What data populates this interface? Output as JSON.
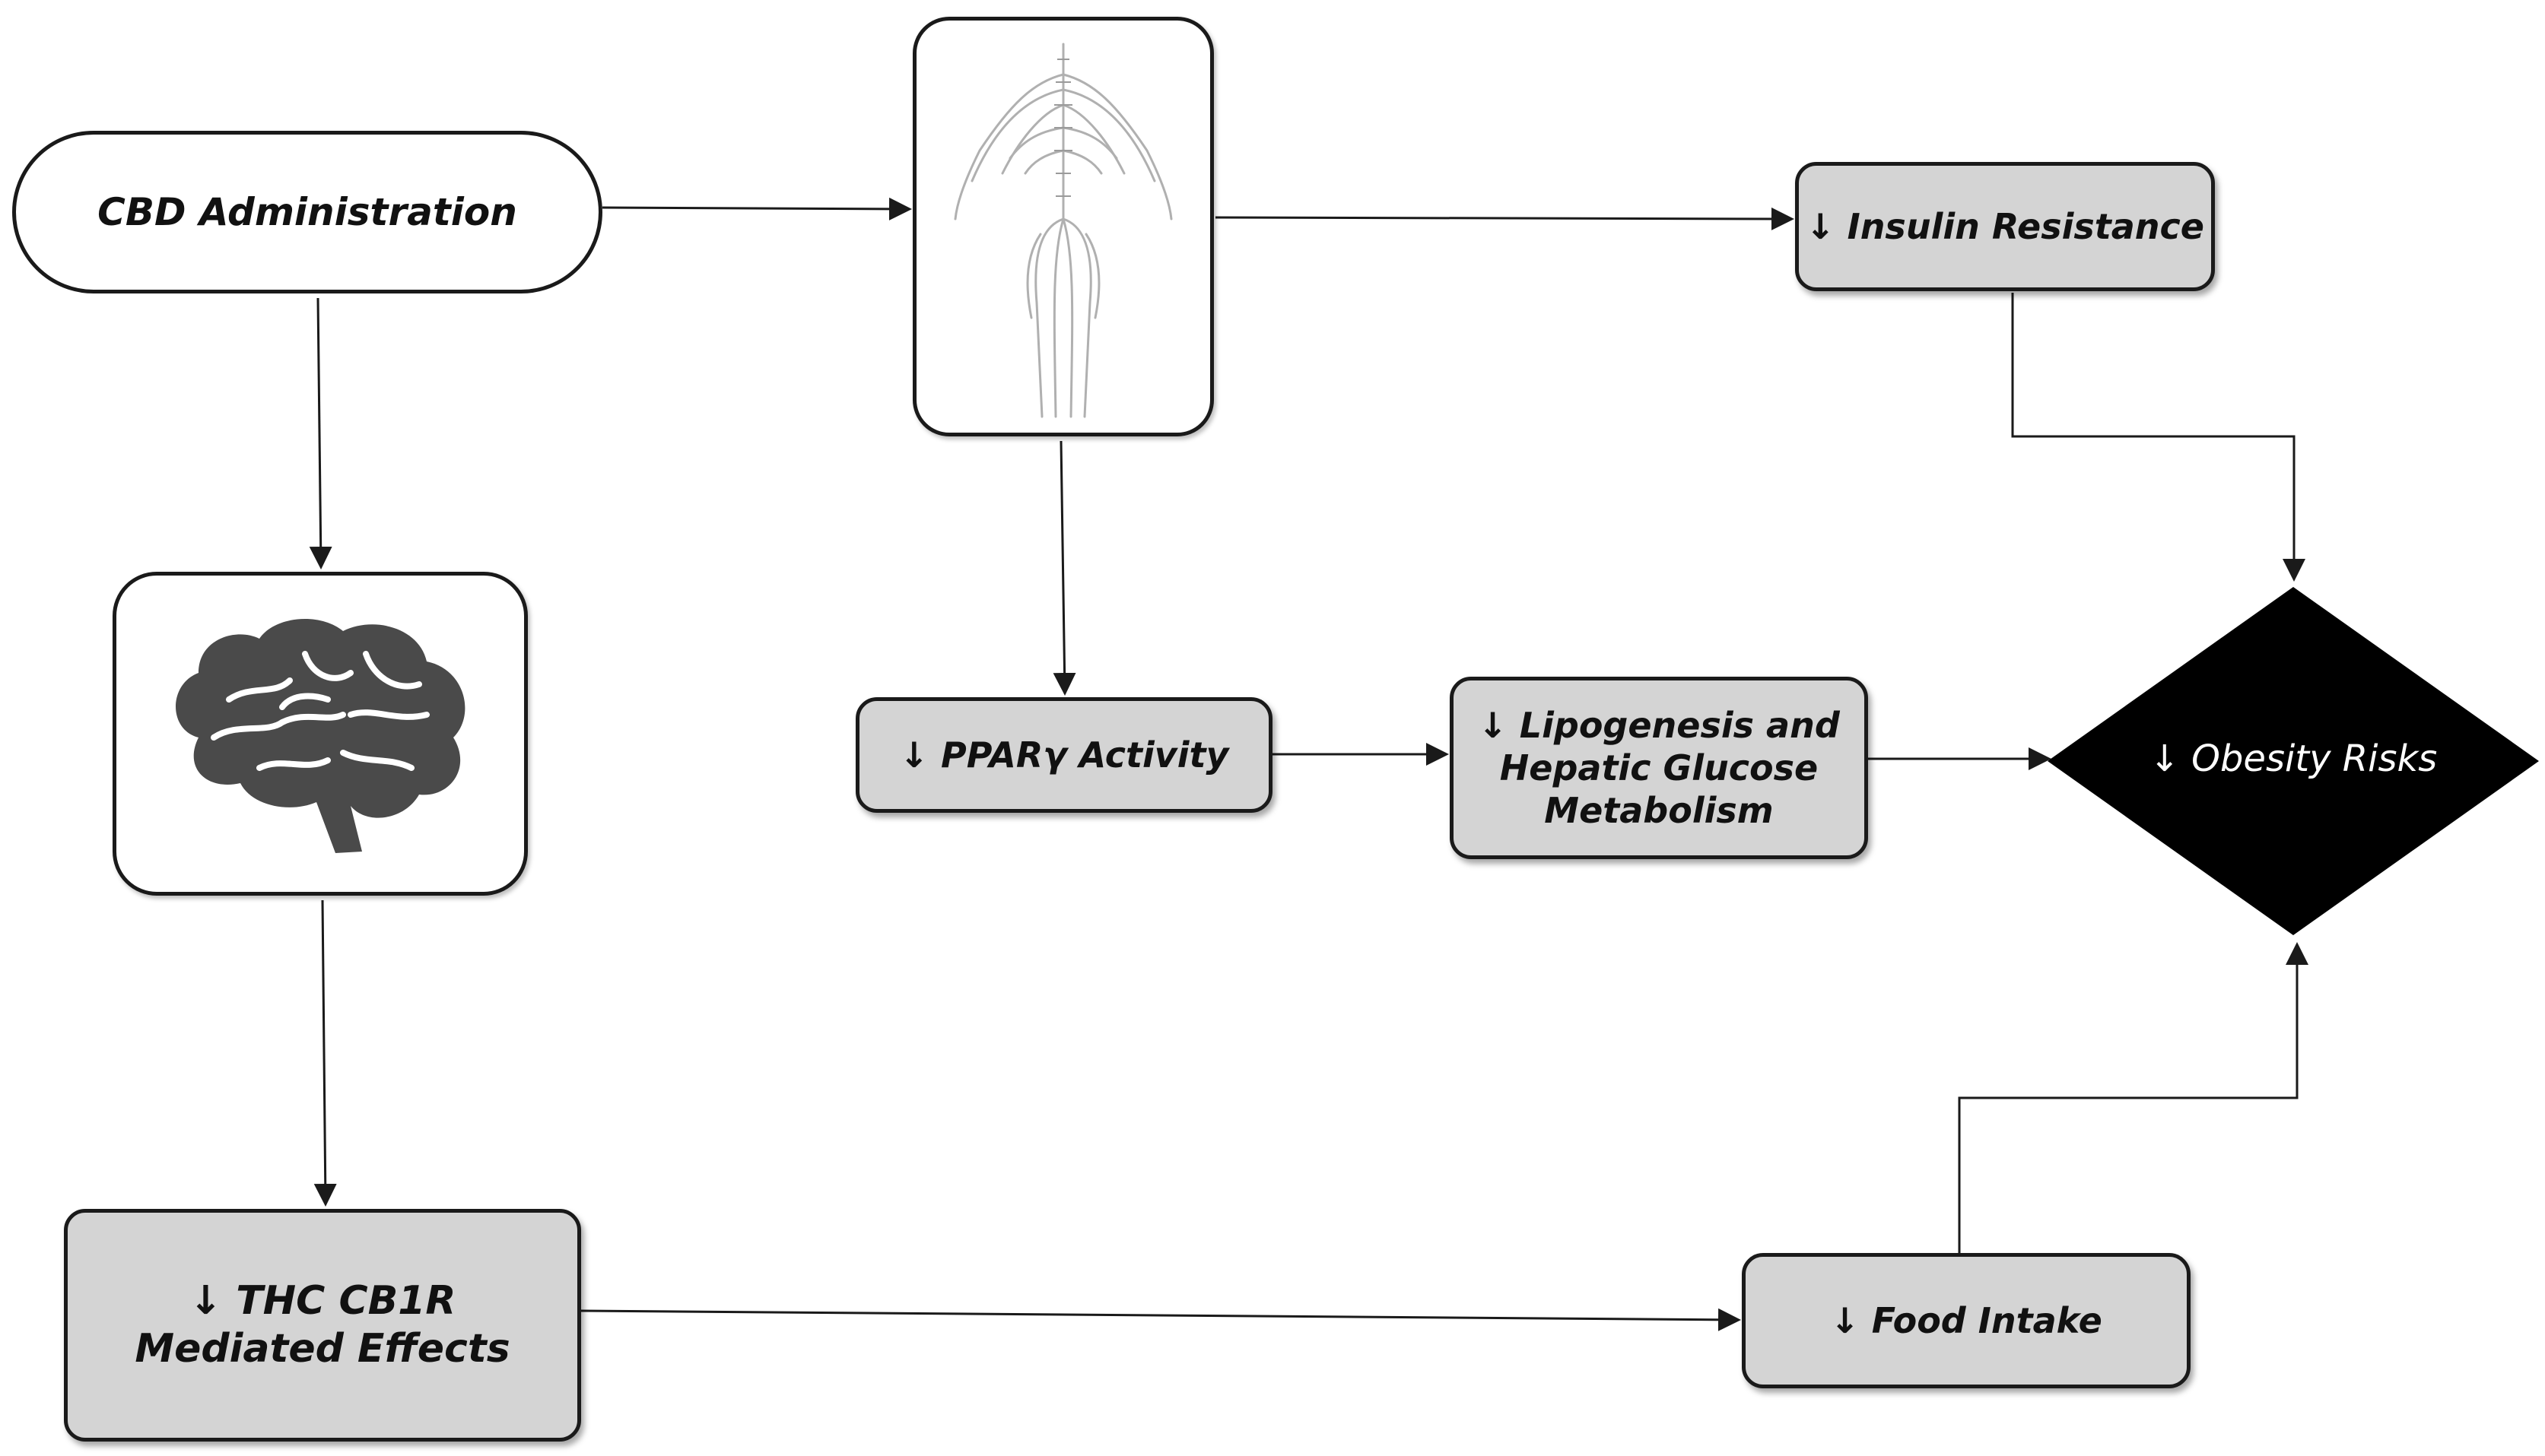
{
  "nodes": {
    "cbd_administration": "CBD Administration",
    "insulin_resistance": "↓ Insulin Resistance",
    "ppar_activity": "↓ PPARγ Activity",
    "lipogenesis": [
      "↓ Lipogenesis and",
      "Hepatic Glucose",
      "Metabolism"
    ],
    "obesity_risks": "↓ Obesity Risks",
    "thc_cb1r": [
      "↓ THC CB1R",
      "Mediated Effects"
    ],
    "food_intake": "↓ Food Intake"
  },
  "icons": {
    "nervous_system": "nervous-system-illustration",
    "brain": "brain-icon"
  },
  "colors": {
    "process_fill": "#d4d4d4",
    "decision_fill": "#000000",
    "line": "#1a1a1a",
    "brain": "#4a4a4a"
  }
}
